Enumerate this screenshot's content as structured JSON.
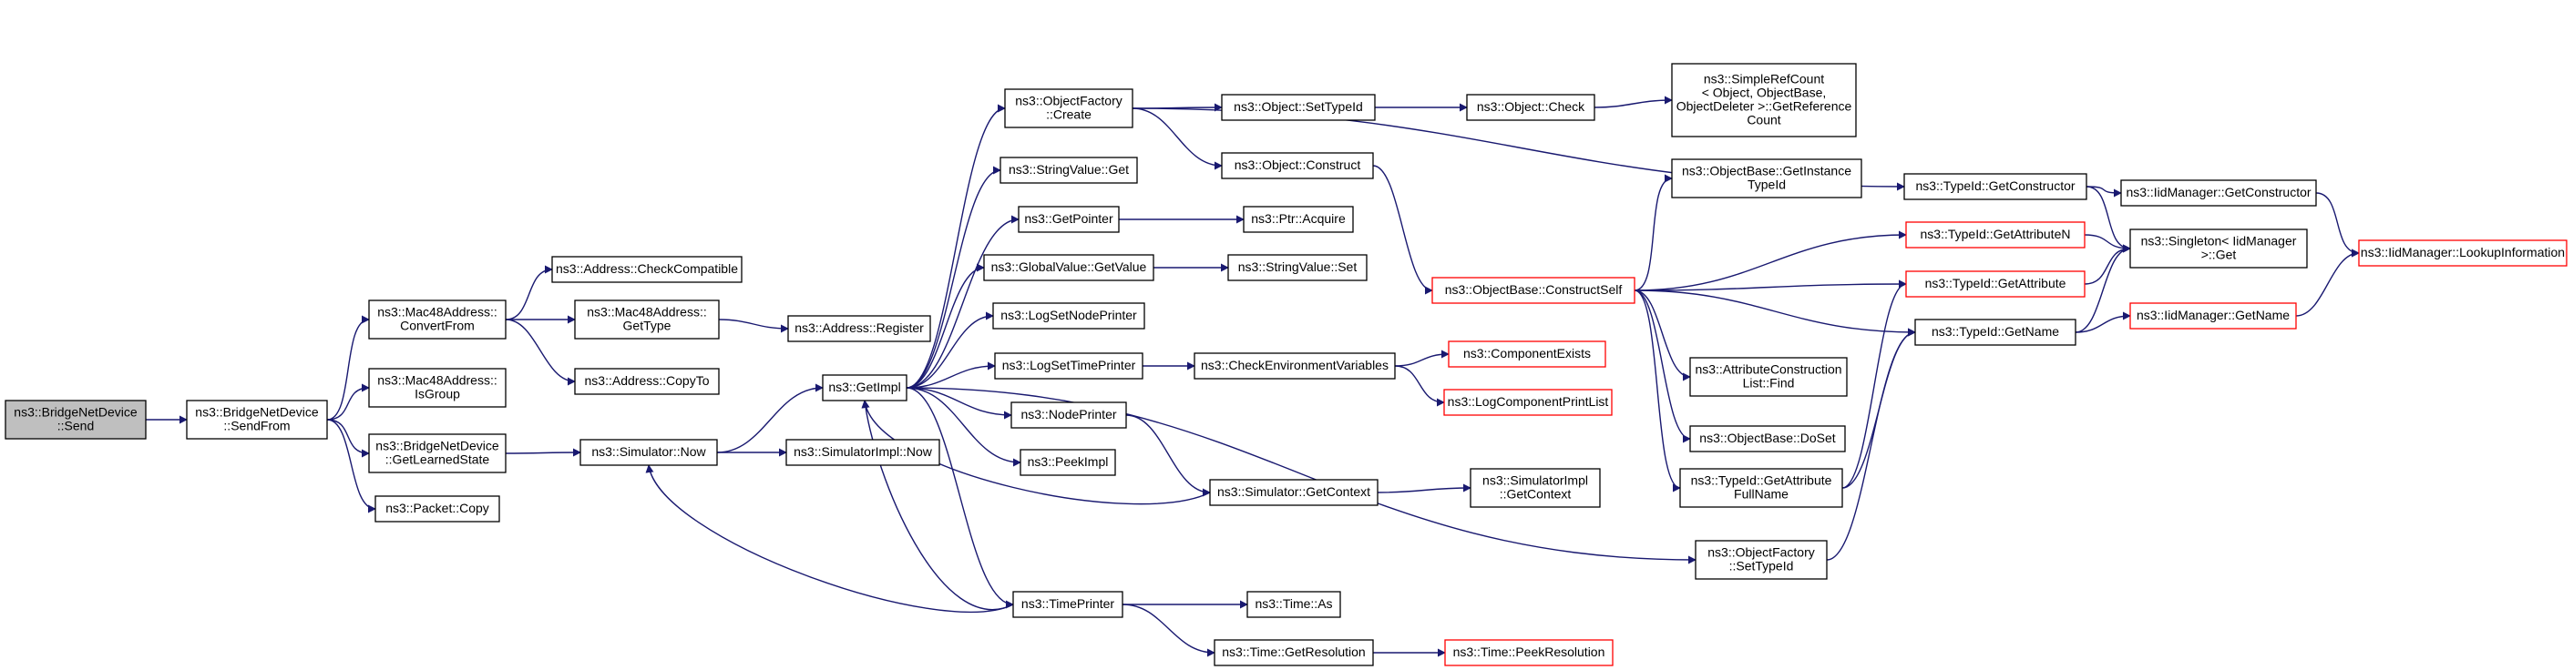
{
  "graph": {
    "nodes": [
      {
        "id": "send",
        "lines": [
          "ns3::BridgeNetDevice",
          "::Send"
        ],
        "kind": "root"
      },
      {
        "id": "sendfrom",
        "lines": [
          "ns3::BridgeNetDevice",
          "::SendFrom"
        ],
        "kind": "normal"
      },
      {
        "id": "convertfrom",
        "lines": [
          "ns3::Mac48Address::",
          "ConvertFrom"
        ],
        "kind": "normal"
      },
      {
        "id": "isgroup",
        "lines": [
          "ns3::Mac48Address::",
          "IsGroup"
        ],
        "kind": "normal"
      },
      {
        "id": "getlearnedstate",
        "lines": [
          "ns3::BridgeNetDevice",
          "::GetLearnedState"
        ],
        "kind": "normal"
      },
      {
        "id": "packetcopy",
        "lines": [
          "ns3::Packet::Copy"
        ],
        "kind": "normal"
      },
      {
        "id": "checkcompatible",
        "lines": [
          "ns3::Address::CheckCompatible"
        ],
        "kind": "normal"
      },
      {
        "id": "gettype",
        "lines": [
          "ns3::Mac48Address::",
          "GetType"
        ],
        "kind": "normal"
      },
      {
        "id": "addresscopyto",
        "lines": [
          "ns3::Address::CopyTo"
        ],
        "kind": "normal"
      },
      {
        "id": "addressregister",
        "lines": [
          "ns3::Address::Register"
        ],
        "kind": "normal"
      },
      {
        "id": "simnow",
        "lines": [
          "ns3::Simulator::Now"
        ],
        "kind": "normal"
      },
      {
        "id": "simimplnow",
        "lines": [
          "ns3::SimulatorImpl::Now"
        ],
        "kind": "normal"
      },
      {
        "id": "getimpl",
        "lines": [
          "ns3::GetImpl"
        ],
        "kind": "normal"
      },
      {
        "id": "objfactcreate",
        "lines": [
          "ns3::ObjectFactory",
          "::Create"
        ],
        "kind": "normal"
      },
      {
        "id": "stringvalueget",
        "lines": [
          "ns3::StringValue::Get"
        ],
        "kind": "normal"
      },
      {
        "id": "getpointer",
        "lines": [
          "ns3::GetPointer"
        ],
        "kind": "normal"
      },
      {
        "id": "globalvalueget",
        "lines": [
          "ns3::GlobalValue::GetValue"
        ],
        "kind": "normal"
      },
      {
        "id": "logsetnodeprinter",
        "lines": [
          "ns3::LogSetNodePrinter"
        ],
        "kind": "normal"
      },
      {
        "id": "logsettimeprinter",
        "lines": [
          "ns3::LogSetTimePrinter"
        ],
        "kind": "normal"
      },
      {
        "id": "nodeprinter",
        "lines": [
          "ns3::NodePrinter"
        ],
        "kind": "normal"
      },
      {
        "id": "peekimpl",
        "lines": [
          "ns3::PeekImpl"
        ],
        "kind": "normal"
      },
      {
        "id": "timeprinter",
        "lines": [
          "ns3::TimePrinter"
        ],
        "kind": "normal"
      },
      {
        "id": "objsettypeid",
        "lines": [
          "ns3::Object::SetTypeId"
        ],
        "kind": "normal"
      },
      {
        "id": "objconstruct",
        "lines": [
          "ns3::Object::Construct"
        ],
        "kind": "normal"
      },
      {
        "id": "ptracquire",
        "lines": [
          "ns3::Ptr::Acquire"
        ],
        "kind": "normal"
      },
      {
        "id": "stringvalueset",
        "lines": [
          "ns3::StringValue::Set"
        ],
        "kind": "normal"
      },
      {
        "id": "checkenvvars",
        "lines": [
          "ns3::CheckEnvironmentVariables"
        ],
        "kind": "normal"
      },
      {
        "id": "simgetcontext",
        "lines": [
          "ns3::Simulator::GetContext"
        ],
        "kind": "normal"
      },
      {
        "id": "timeas",
        "lines": [
          "ns3::Time::As"
        ],
        "kind": "normal"
      },
      {
        "id": "timegetres",
        "lines": [
          "ns3::Time::GetResolution"
        ],
        "kind": "normal"
      },
      {
        "id": "objcheck",
        "lines": [
          "ns3::Object::Check"
        ],
        "kind": "normal"
      },
      {
        "id": "simplerefcount",
        "lines": [
          "ns3::SimpleRefCount",
          "< Object, ObjectBase,",
          "ObjectDeleter >::GetReference",
          "Count"
        ],
        "kind": "normal"
      },
      {
        "id": "getinstancetypeid",
        "lines": [
          "ns3::ObjectBase::GetInstance",
          "TypeId"
        ],
        "kind": "normal"
      },
      {
        "id": "constructself",
        "lines": [
          "ns3::ObjectBase::ConstructSelf"
        ],
        "kind": "truncated"
      },
      {
        "id": "componentexists",
        "lines": [
          "ns3::ComponentExists"
        ],
        "kind": "truncated"
      },
      {
        "id": "logcompprintlist",
        "lines": [
          "ns3::LogComponentPrintList"
        ],
        "kind": "truncated"
      },
      {
        "id": "simimplgetcontext",
        "lines": [
          "ns3::SimulatorImpl",
          "::GetContext"
        ],
        "kind": "normal"
      },
      {
        "id": "timepeekres",
        "lines": [
          "ns3::Time::PeekResolution"
        ],
        "kind": "truncated"
      },
      {
        "id": "attrconstlistfind",
        "lines": [
          "ns3::AttributeConstruction",
          "List::Find"
        ],
        "kind": "normal"
      },
      {
        "id": "objbasedoset",
        "lines": [
          "ns3::ObjectBase::DoSet"
        ],
        "kind": "normal"
      },
      {
        "id": "typeidgetattrfullname",
        "lines": [
          "ns3::TypeId::GetAttribute",
          "FullName"
        ],
        "kind": "normal"
      },
      {
        "id": "objfactsettypeid",
        "lines": [
          "ns3::ObjectFactory",
          "::SetTypeId"
        ],
        "kind": "normal"
      },
      {
        "id": "typeidgetconstructor",
        "lines": [
          "ns3::TypeId::GetConstructor"
        ],
        "kind": "normal"
      },
      {
        "id": "typeidgetattrn",
        "lines": [
          "ns3::TypeId::GetAttributeN"
        ],
        "kind": "truncated"
      },
      {
        "id": "typeidgetattr",
        "lines": [
          "ns3::TypeId::GetAttribute"
        ],
        "kind": "truncated"
      },
      {
        "id": "typeidgetname",
        "lines": [
          "ns3::TypeId::GetName"
        ],
        "kind": "normal"
      },
      {
        "id": "iidmgrgetconstructor",
        "lines": [
          "ns3::IidManager::GetConstructor"
        ],
        "kind": "normal"
      },
      {
        "id": "singletonget",
        "lines": [
          "ns3::Singleton< IidManager",
          ">::Get"
        ],
        "kind": "normal"
      },
      {
        "id": "iidmgrgetname",
        "lines": [
          "ns3::IidManager::GetName"
        ],
        "kind": "truncated"
      },
      {
        "id": "iidmgrlookup",
        "lines": [
          "ns3::IidManager::LookupInformation"
        ],
        "kind": "truncated"
      }
    ],
    "edges": [
      [
        "send",
        "sendfrom"
      ],
      [
        "sendfrom",
        "convertfrom"
      ],
      [
        "sendfrom",
        "isgroup"
      ],
      [
        "sendfrom",
        "getlearnedstate"
      ],
      [
        "sendfrom",
        "packetcopy"
      ],
      [
        "convertfrom",
        "checkcompatible"
      ],
      [
        "convertfrom",
        "gettype"
      ],
      [
        "convertfrom",
        "addresscopyto"
      ],
      [
        "gettype",
        "addressregister"
      ],
      [
        "getlearnedstate",
        "simnow"
      ],
      [
        "simnow",
        "getimpl"
      ],
      [
        "simnow",
        "simimplnow"
      ],
      [
        "getimpl",
        "objfactcreate"
      ],
      [
        "getimpl",
        "stringvalueget"
      ],
      [
        "getimpl",
        "getpointer"
      ],
      [
        "getimpl",
        "globalvalueget"
      ],
      [
        "getimpl",
        "logsetnodeprinter"
      ],
      [
        "getimpl",
        "logsettimeprinter"
      ],
      [
        "getimpl",
        "nodeprinter"
      ],
      [
        "getimpl",
        "peekimpl"
      ],
      [
        "getimpl",
        "timeprinter"
      ],
      [
        "getimpl",
        "objfactsettypeid"
      ],
      [
        "objfactcreate",
        "objsettypeid"
      ],
      [
        "objfactcreate",
        "objconstruct"
      ],
      [
        "objfactcreate",
        "typeidgetconstructor"
      ],
      [
        "getpointer",
        "ptracquire"
      ],
      [
        "globalvalueget",
        "stringvalueset"
      ],
      [
        "logsettimeprinter",
        "checkenvvars"
      ],
      [
        "nodeprinter",
        "simgetcontext"
      ],
      [
        "simgetcontext",
        "getimpl"
      ],
      [
        "simgetcontext",
        "simimplgetcontext"
      ],
      [
        "timeprinter",
        "simnow"
      ],
      [
        "timeprinter",
        "getimpl"
      ],
      [
        "timeprinter",
        "timeas"
      ],
      [
        "timeprinter",
        "timegetres"
      ],
      [
        "timegetres",
        "timepeekres"
      ],
      [
        "objsettypeid",
        "objcheck"
      ],
      [
        "objcheck",
        "simplerefcount"
      ],
      [
        "objconstruct",
        "constructself"
      ],
      [
        "checkenvvars",
        "componentexists"
      ],
      [
        "checkenvvars",
        "logcompprintlist"
      ],
      [
        "constructself",
        "getinstancetypeid"
      ],
      [
        "constructself",
        "typeidgetattrn"
      ],
      [
        "constructself",
        "typeidgetattr"
      ],
      [
        "constructself",
        "typeidgetname"
      ],
      [
        "constructself",
        "attrconstlistfind"
      ],
      [
        "constructself",
        "objbasedoset"
      ],
      [
        "constructself",
        "typeidgetattrfullname"
      ],
      [
        "typeidgetattrfullname",
        "typeidgetattr"
      ],
      [
        "typeidgetattrfullname",
        "typeidgetname"
      ],
      [
        "objfactsettypeid",
        "typeidgetname"
      ],
      [
        "typeidgetconstructor",
        "iidmgrgetconstructor"
      ],
      [
        "typeidgetconstructor",
        "singletonget"
      ],
      [
        "typeidgetattrn",
        "singletonget"
      ],
      [
        "typeidgetattr",
        "singletonget"
      ],
      [
        "typeidgetname",
        "singletonget"
      ],
      [
        "typeidgetname",
        "iidmgrgetname"
      ],
      [
        "iidmgrgetconstructor",
        "iidmgrlookup"
      ],
      [
        "iidmgrgetname",
        "iidmgrlookup"
      ]
    ]
  },
  "colors": {
    "edge": "#191970",
    "node_border": "#000000",
    "truncated_border": "#ff0000",
    "root_fill": "#bfbfbf",
    "node_fill": "#ffffff"
  }
}
